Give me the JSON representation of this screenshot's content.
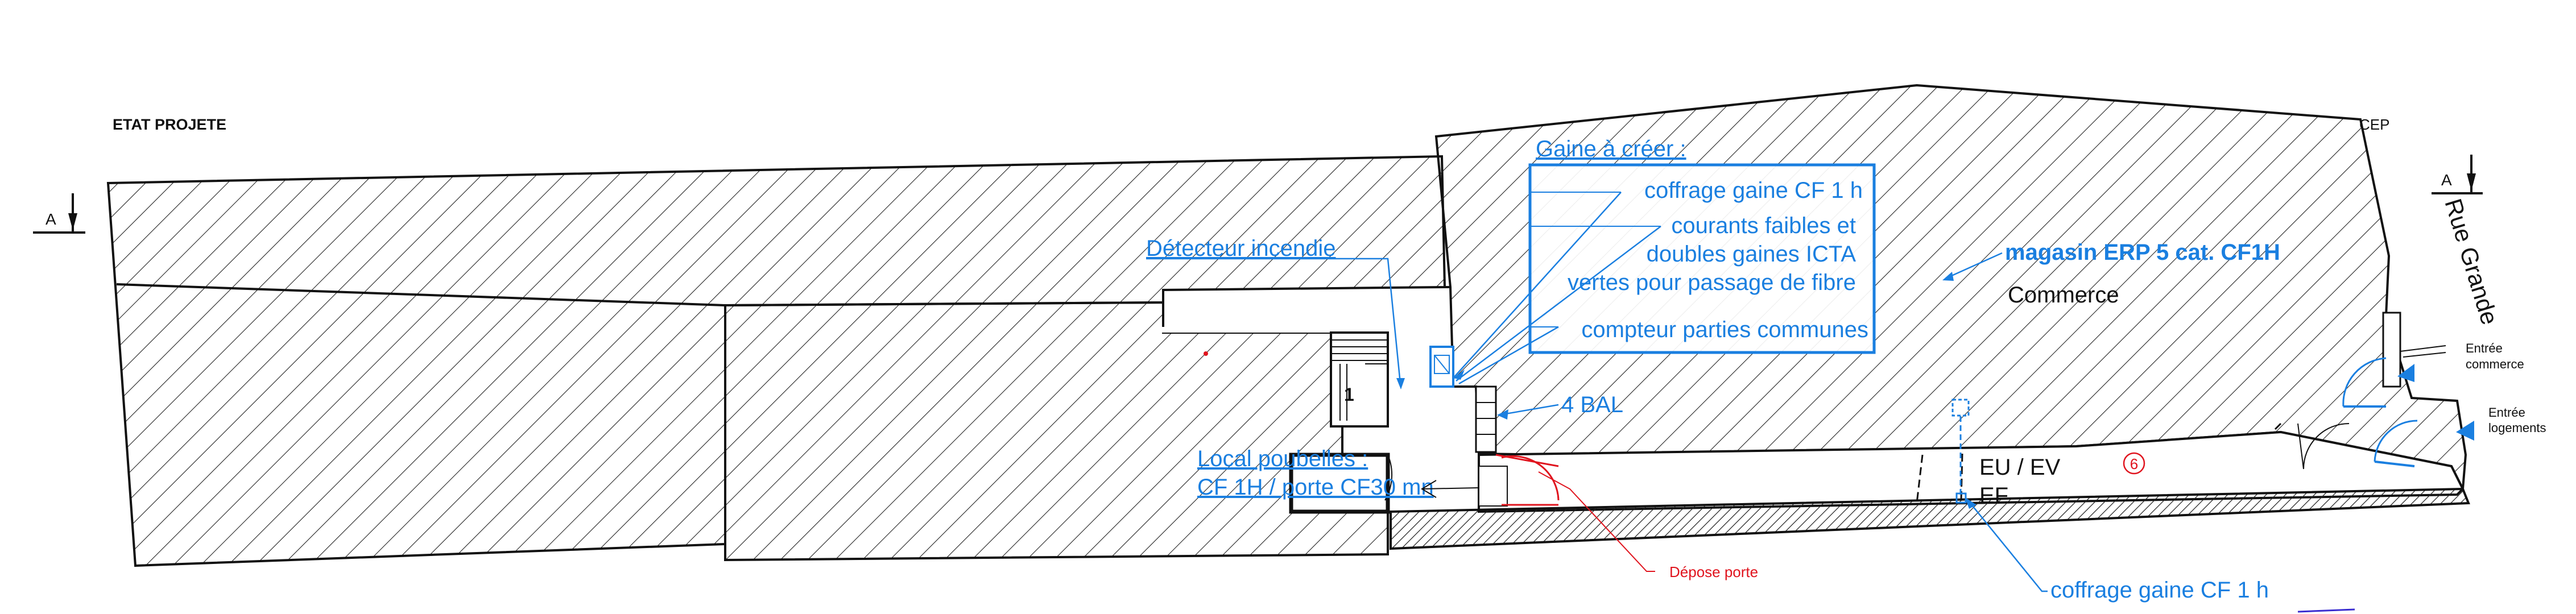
{
  "title": "ETAT PROJETE",
  "section_markers": {
    "left": "A",
    "right": "A"
  },
  "street": "Rue Grande",
  "cep": "CEP",
  "gaine": {
    "title": "Gaine à créer :",
    "items": [
      "coffrage gaine CF 1 h",
      "courants faibles et",
      "doubles gaines ICTA",
      "vertes pour passage de fibre",
      "compteur parties communes"
    ]
  },
  "detecteur": "Détecteur incendie",
  "shop": {
    "title": "magasin ERP 5 cat. CF1H",
    "subtitle": "Commerce"
  },
  "bal": "4 BAL",
  "local": {
    "line1": "Local poubelles :",
    "line2": "CF 1H / porte CF30 mn"
  },
  "stair_number": "1",
  "eu_ev": "EU / EV",
  "ef": "EF",
  "circle_number": "6",
  "depose": "Dépose porte",
  "coffrage_bottom": "coffrage gaine CF 1 h",
  "entries": {
    "commerce": [
      "Entrée",
      "commerce"
    ],
    "logements": [
      "Entrée",
      "logements"
    ]
  },
  "colors": {
    "annotation": "#1a7fe0",
    "linework": "#111111",
    "demolition": "#e0141e"
  }
}
